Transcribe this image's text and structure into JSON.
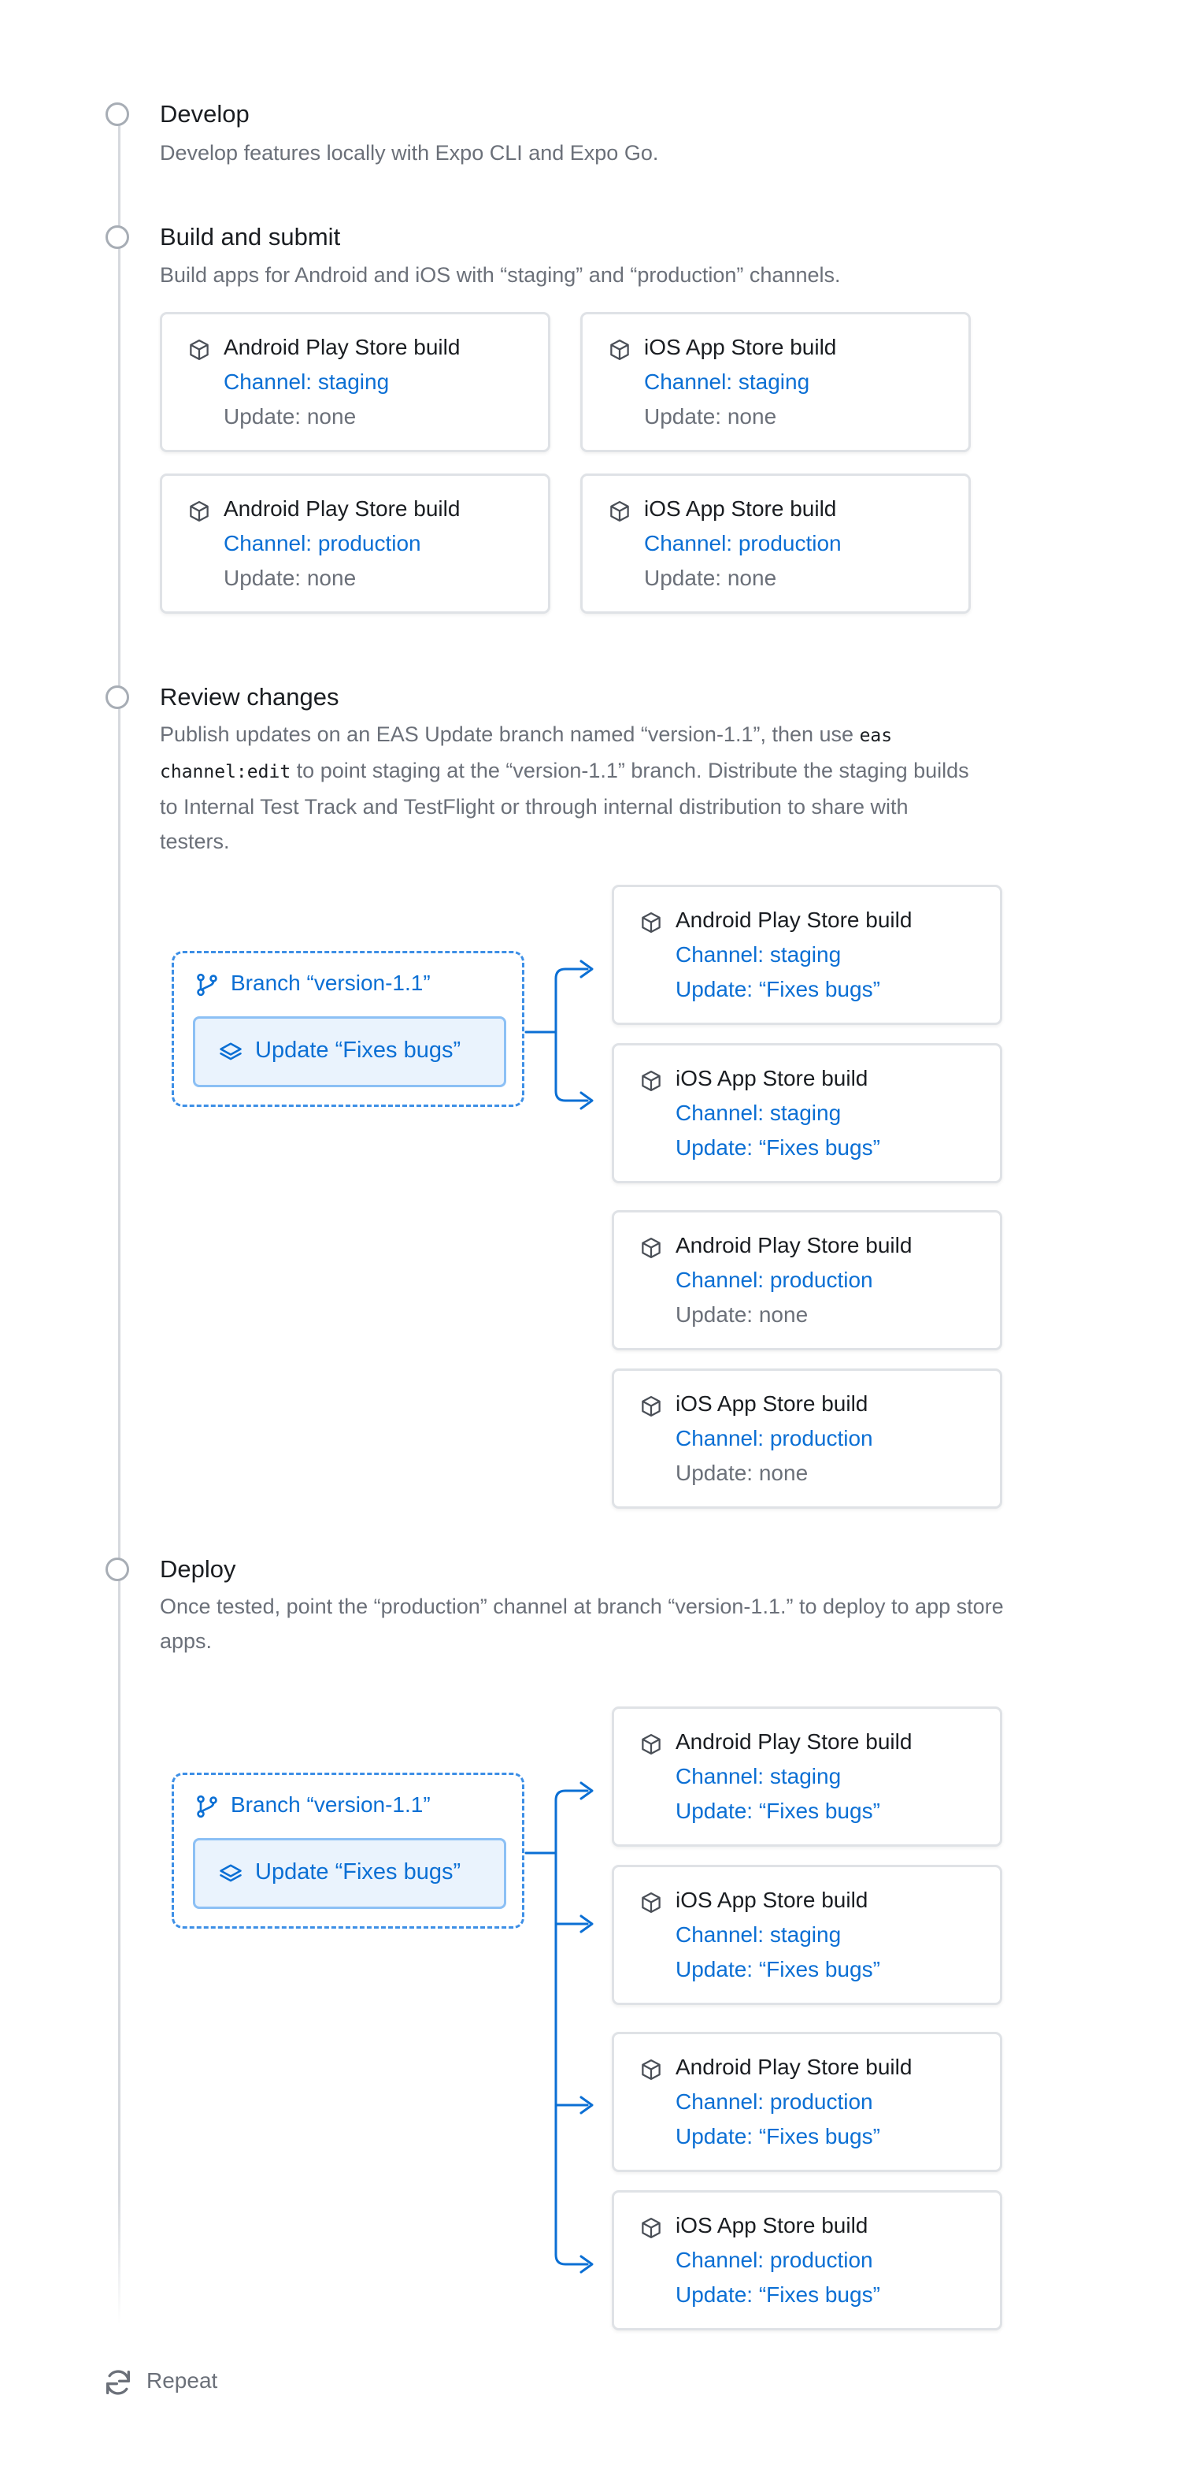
{
  "steps": [
    {
      "title": "Develop",
      "description": "Develop features locally with Expo CLI and Expo Go."
    },
    {
      "title": "Build and submit",
      "description": "Build apps for Android and iOS with “staging” and “production” channels."
    },
    {
      "title": "Review changes",
      "description_pre": "Publish updates on an EAS Update branch named “version-1.1”, then use ",
      "description_code": "eas channel:edit",
      "description_post": " to point staging at the “version-1.1” branch. Distribute the staging builds to Internal Test Track and TestFlight or through internal distribution to share with testers."
    },
    {
      "title": "Deploy",
      "description": "Once tested, point the “production” channel at branch “version-1.1.” to deploy to app store apps."
    }
  ],
  "build_cards": [
    {
      "name": "Android Play Store build",
      "channel": "Channel: staging",
      "update": "Update: none"
    },
    {
      "name": "iOS App Store build",
      "channel": "Channel: staging",
      "update": "Update: none"
    },
    {
      "name": "Android Play Store build",
      "channel": "Channel: production",
      "update": "Update: none"
    },
    {
      "name": "iOS App Store build",
      "channel": "Channel: production",
      "update": "Update: none"
    }
  ],
  "review": {
    "branch_label": "Branch “version-1.1”",
    "update_label": "Update “Fixes bugs”",
    "cards": [
      {
        "name": "Android Play Store build",
        "channel": "Channel: staging",
        "update": "Update: “Fixes bugs”"
      },
      {
        "name": "iOS App Store build",
        "channel": "Channel: staging",
        "update": "Update: “Fixes bugs”"
      },
      {
        "name": "Android Play Store build",
        "channel": "Channel: production",
        "update": "Update: none"
      },
      {
        "name": "iOS App Store build",
        "channel": "Channel: production",
        "update": "Update: none"
      }
    ]
  },
  "deploy": {
    "branch_label": "Branch “version-1.1”",
    "update_label": "Update “Fixes bugs”",
    "cards": [
      {
        "name": "Android Play Store build",
        "channel": "Channel: staging",
        "update": "Update: “Fixes bugs”"
      },
      {
        "name": "iOS App Store build",
        "channel": "Channel: staging",
        "update": "Update: “Fixes bugs”"
      },
      {
        "name": "Android Play Store build",
        "channel": "Channel: production",
        "update": "Update: “Fixes bugs”"
      },
      {
        "name": "iOS App Store build",
        "channel": "Channel: production",
        "update": "Update: “Fixes bugs”"
      }
    ]
  },
  "repeat_label": "Repeat",
  "icons": {
    "card": "box-icon",
    "branch": "git-branch-icon",
    "update": "layers-icon",
    "repeat": "refresh-icon"
  },
  "colors": {
    "accent": "#0b6fd4",
    "muted": "#6b7079",
    "border": "#dfe2e6",
    "timeline": "#d6d9de",
    "chip_bg": "#eaf3fd"
  }
}
